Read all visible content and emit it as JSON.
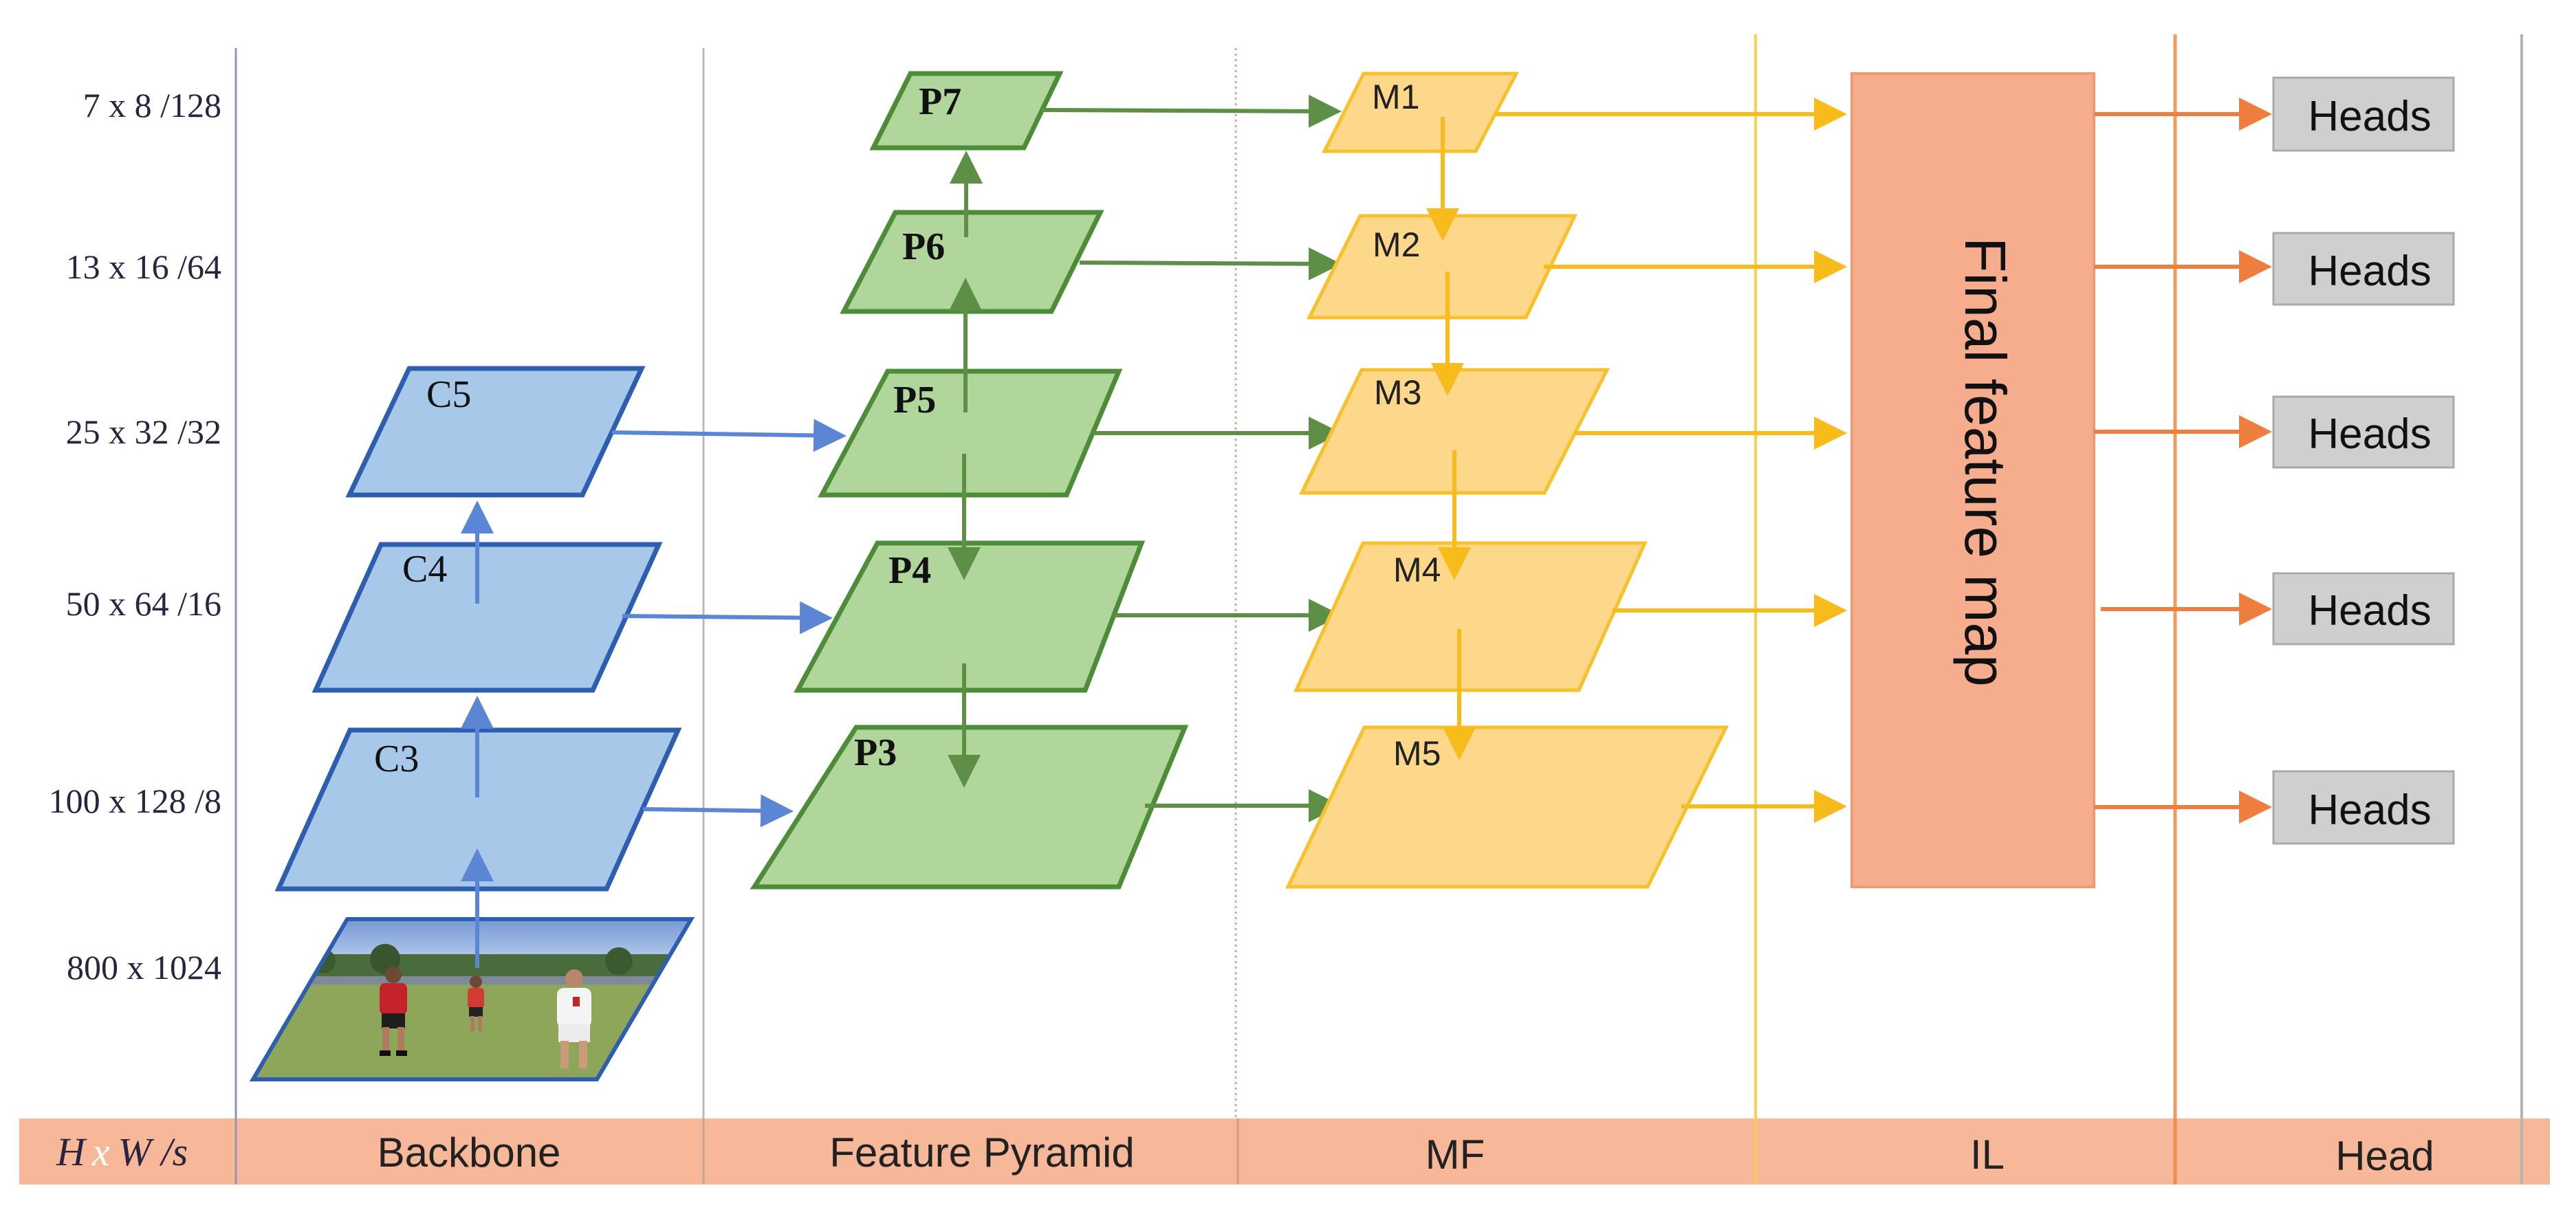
{
  "scale_labels": [
    "7 x 8 /128",
    "13 x 16 /64",
    "25 x 32 /32",
    "50 x 64 /16",
    "100 x 128 /8",
    "800 x 1024"
  ],
  "backbone": {
    "levels": [
      "C5",
      "C4",
      "C3"
    ]
  },
  "pyramid": {
    "levels": [
      "P7",
      "P6",
      "P5",
      "P4",
      "P3"
    ]
  },
  "mf": {
    "levels": [
      "M1",
      "M2",
      "M3",
      "M4",
      "M5"
    ]
  },
  "final_feature_map": "Final feature map",
  "heads": [
    "Heads",
    "Heads",
    "Heads",
    "Heads",
    "Heads"
  ],
  "footer": {
    "hws_h": "H",
    "hws_x": "x",
    "hws_rest": "W /s",
    "sections": [
      "Backbone",
      "Feature Pyramid",
      "MF",
      "IL",
      "Head"
    ]
  },
  "colors": {
    "backbone_fill": "#a8c8ea",
    "backbone_stroke": "#2e5eb0",
    "backbone_arrow": "#5b86d6",
    "pyramid_fill": "#b0d69c",
    "pyramid_stroke": "#4e8d37",
    "pyramid_arrow": "#5e8f47",
    "mf_fill": "#fdd88a",
    "mf_stroke": "#f8c02a",
    "mf_arrow": "#f8bb1c",
    "final_fill": "#f6ad8d",
    "final_stroke": "#ee9a72",
    "head_arrow": "#ee7e3e",
    "heads_fill": "#cfcfcf",
    "heads_stroke": "#a9a9a9",
    "footer_band": "#f6b898"
  }
}
